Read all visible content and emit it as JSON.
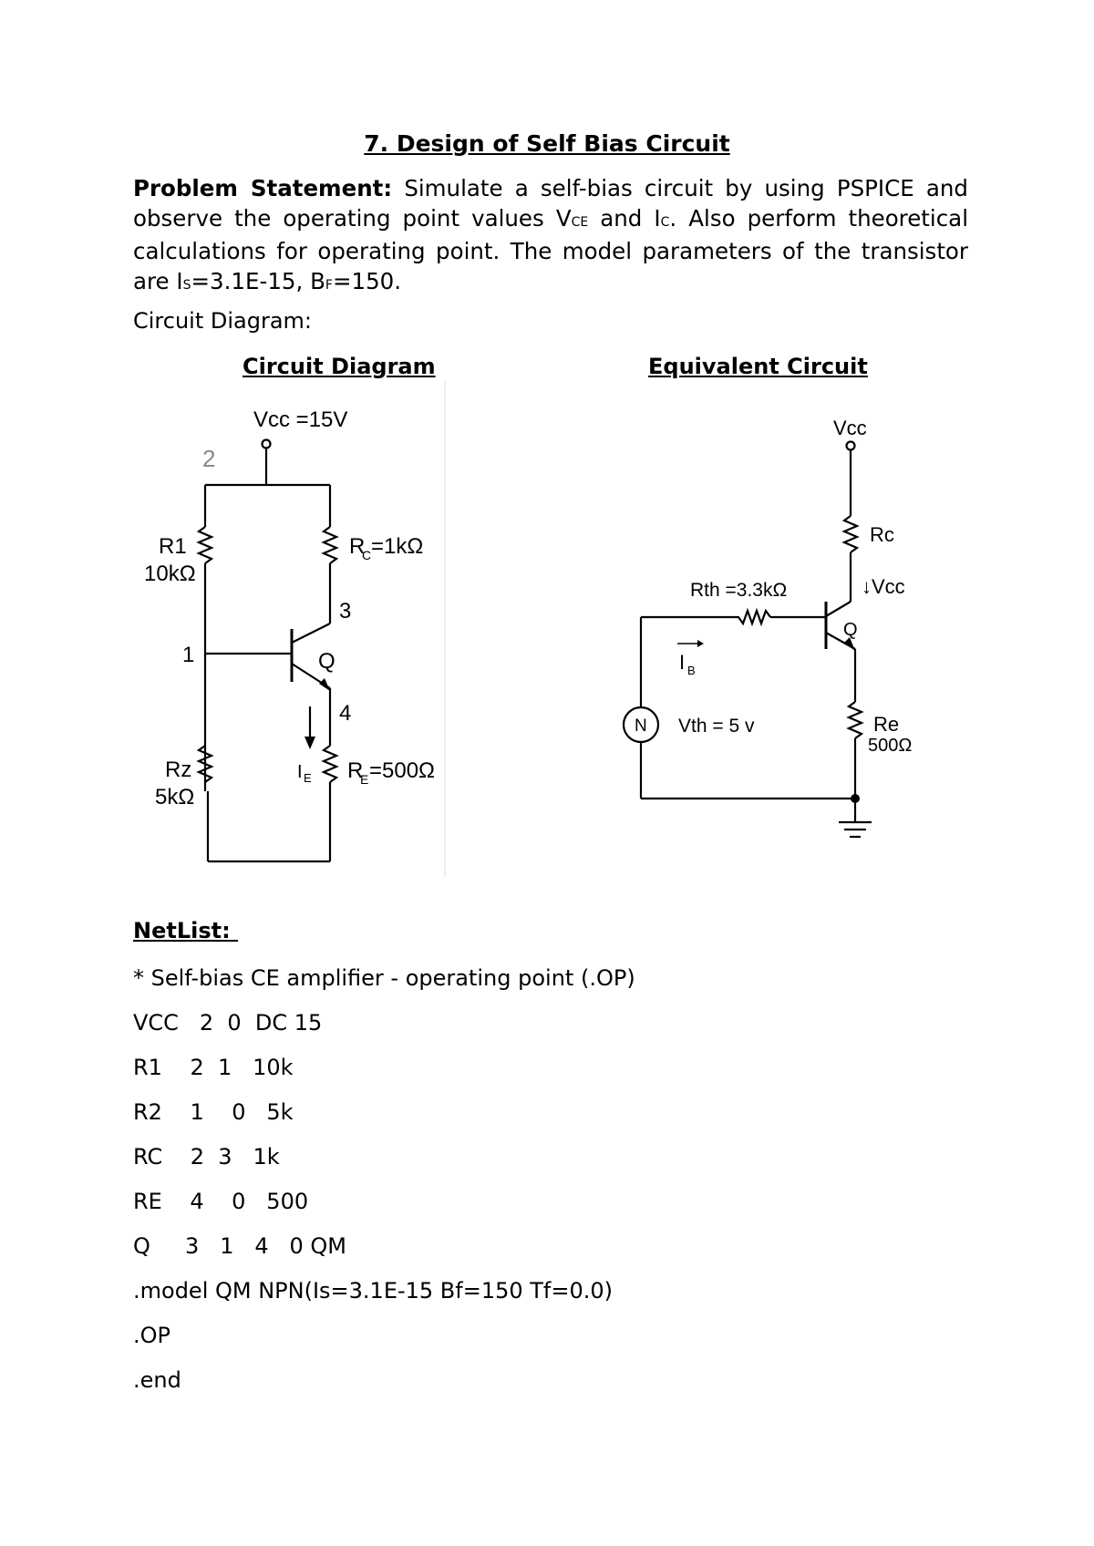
{
  "title": "7. Design of Self Bias Circuit",
  "problem": {
    "label": "Problem Statement:",
    "line1": "Simulate a self-bias circuit by using PSPICE and",
    "line2a": "observe the operating point values V",
    "line2_sub1": "CE",
    "line2b": " and I",
    "line2_sub2": "C",
    "line2c": ". Also perform theoretical",
    "line3": "calculations for operating point. The model parameters of the transistor",
    "line4a": "are I",
    "line4_sub1": "S",
    "line4b": "=3.1E-15, B",
    "line4_sub2": "F",
    "line4c": "=150."
  },
  "circuit_label": "Circuit Diagram:",
  "left_heading": "Circuit Diagram",
  "right_heading": "Equivalent Circuit",
  "left_circuit": {
    "vcc": "Vcc =15V",
    "node2": "2",
    "r1": "R1",
    "r1_val": "10kΩ",
    "rc": "R",
    "rc_sub": "C",
    "rc_val": "=1kΩ",
    "node3": "3",
    "node1": "1",
    "q": "Q",
    "node4": "4",
    "r2": "Rz",
    "r2_val": "5kΩ",
    "ie": "I",
    "ie_sub": "E",
    "re": "R",
    "re_sub": "E",
    "re_val": "=500Ω"
  },
  "right_circuit": {
    "vcc": "Vcc",
    "rc": "Rc",
    "vcc_arrow": "↓Vcc",
    "rth": "Rth =3.3kΩ",
    "q": "Q",
    "ib": "I",
    "ib_sub": "B",
    "source": "N",
    "vth": "Vth =  5 v",
    "re": "Re",
    "re_val": "500Ω"
  },
  "netlist": {
    "title": "NetList: ",
    "lines": [
      "* Self-bias CE amplifier - operating point (.OP)",
      "VCC   2  0  DC 15",
      "R1    2  1   10k",
      "R2    1    0   5k",
      "RC    2  3   1k",
      "RE    4    0   500",
      "Q     3   1   4   0 QM",
      ".model QM NPN(Is=3.1E-15 Bf=150 Tf=0.0)",
      ".OP",
      ".end"
    ]
  }
}
